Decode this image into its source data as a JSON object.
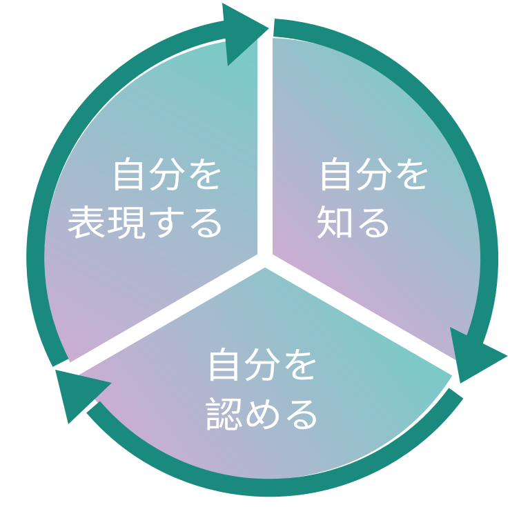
{
  "colors": {
    "ring": "#1b8a7e",
    "separator": "#ffffff",
    "gradient_teal": "#7ccac8",
    "gradient_purple": "#caaed3",
    "label": "#ffffff"
  },
  "segments": [
    {
      "id": "know",
      "lines": [
        "自分を",
        "知る"
      ]
    },
    {
      "id": "accept",
      "lines": [
        "自分を",
        "認める"
      ]
    },
    {
      "id": "express",
      "lines": [
        "自分を",
        "表現する"
      ]
    }
  ]
}
